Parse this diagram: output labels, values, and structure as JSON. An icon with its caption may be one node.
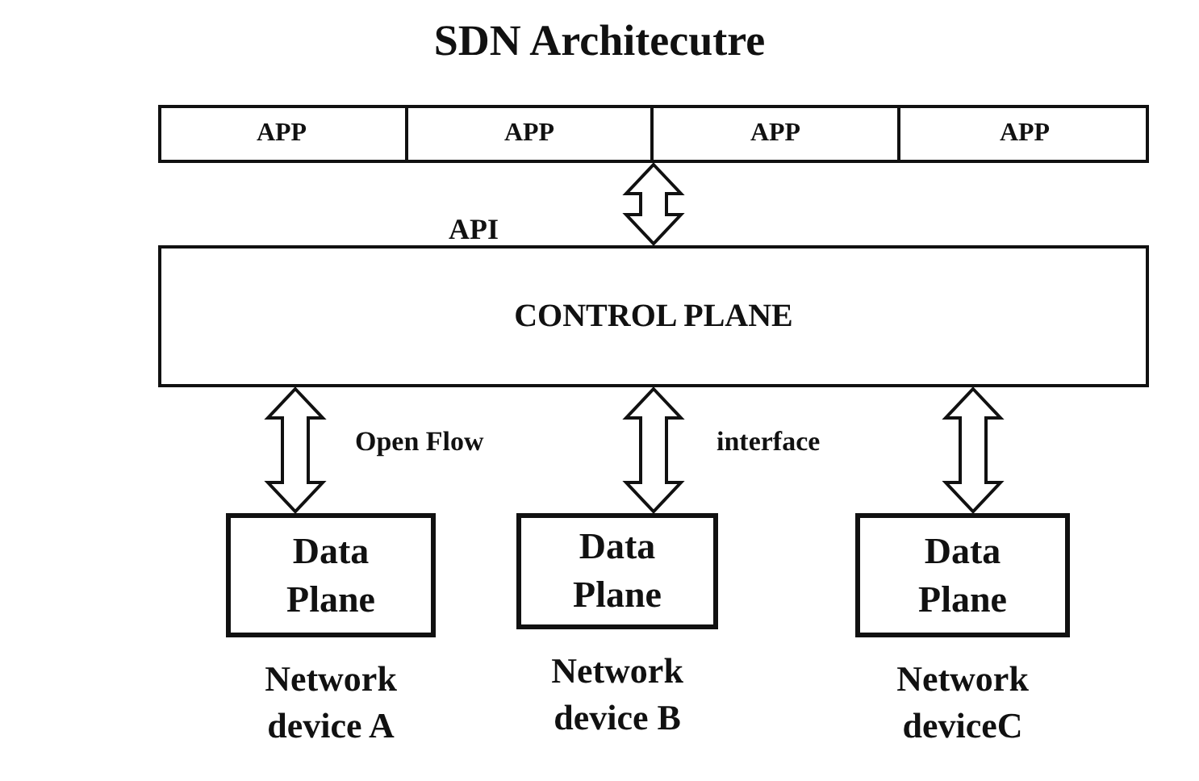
{
  "diagram": {
    "title": "SDN Architecutre",
    "nodes": [
      {
        "text": [],
        "shape": "box"
      },
      {
        "text": [
          "APP"
        ],
        "in": 0
      },
      {
        "text": [
          "APP"
        ],
        "in": 0
      },
      {
        "text": [
          "APP"
        ],
        "in": 0
      },
      {
        "text": [
          "APP"
        ],
        "in": 0
      },
      {
        "text": [
          "CONTROL PLANE"
        ]
      },
      {
        "text": [
          "Data Plane"
        ],
        "beside": [
          "Network device A"
        ]
      },
      {
        "text": [
          "Data Plane"
        ],
        "beside": [
          "Network device B"
        ]
      },
      {
        "text": [
          "Data Plane"
        ],
        "beside": [
          "Network deviceC"
        ]
      }
    ],
    "edges": [
      {
        "from": 0,
        "to": 5,
        "arrow": "both"
      },
      {
        "from": 5,
        "to": 6,
        "arrow": "both"
      },
      {
        "from": 5,
        "to": 7,
        "arrow": "both"
      },
      {
        "from": 5,
        "to": 8,
        "arrow": "both"
      }
    ],
    "labels": [
      "API",
      "Open Flow",
      "interface"
    ]
  }
}
